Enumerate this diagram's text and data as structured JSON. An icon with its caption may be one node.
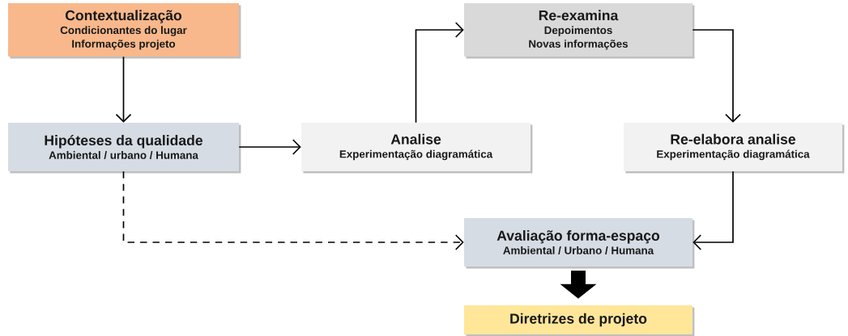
{
  "diagram": {
    "nodes": [
      {
        "text": [
          "Contextualização",
          "Condicionantes do lugar",
          "Informações projeto"
        ]
      },
      {
        "text": [
          "Hipóteses da qualidade",
          "Ambiental / urbano / Humana"
        ]
      },
      {
        "text": [
          "Analise",
          "Experimentação diagramática"
        ]
      },
      {
        "text": [
          "Re-examina",
          "Depoimentos",
          "Novas informações"
        ]
      },
      {
        "text": [
          "Re-elabora analise",
          "Experimentação diagramática"
        ]
      },
      {
        "text": [
          "Avaliação forma-espaço",
          "Ambiental / Urbano / Humana"
        ]
      },
      {
        "text": [
          "Diretrizes de projeto"
        ]
      }
    ],
    "edges": [
      {
        "from": 0,
        "to": 1,
        "arrow": "to"
      },
      {
        "from": 1,
        "to": 2,
        "arrow": "to"
      },
      {
        "from": 2,
        "to": 3,
        "arrow": "to"
      },
      {
        "from": 3,
        "to": 4,
        "arrow": "to"
      },
      {
        "from": 4,
        "to": 5,
        "arrow": "to"
      },
      {
        "from": 1,
        "to": 5,
        "arrow": "to",
        "style": "dashed"
      },
      {
        "from": 5,
        "to": 6,
        "arrow": "to",
        "style": "thick"
      }
    ]
  }
}
